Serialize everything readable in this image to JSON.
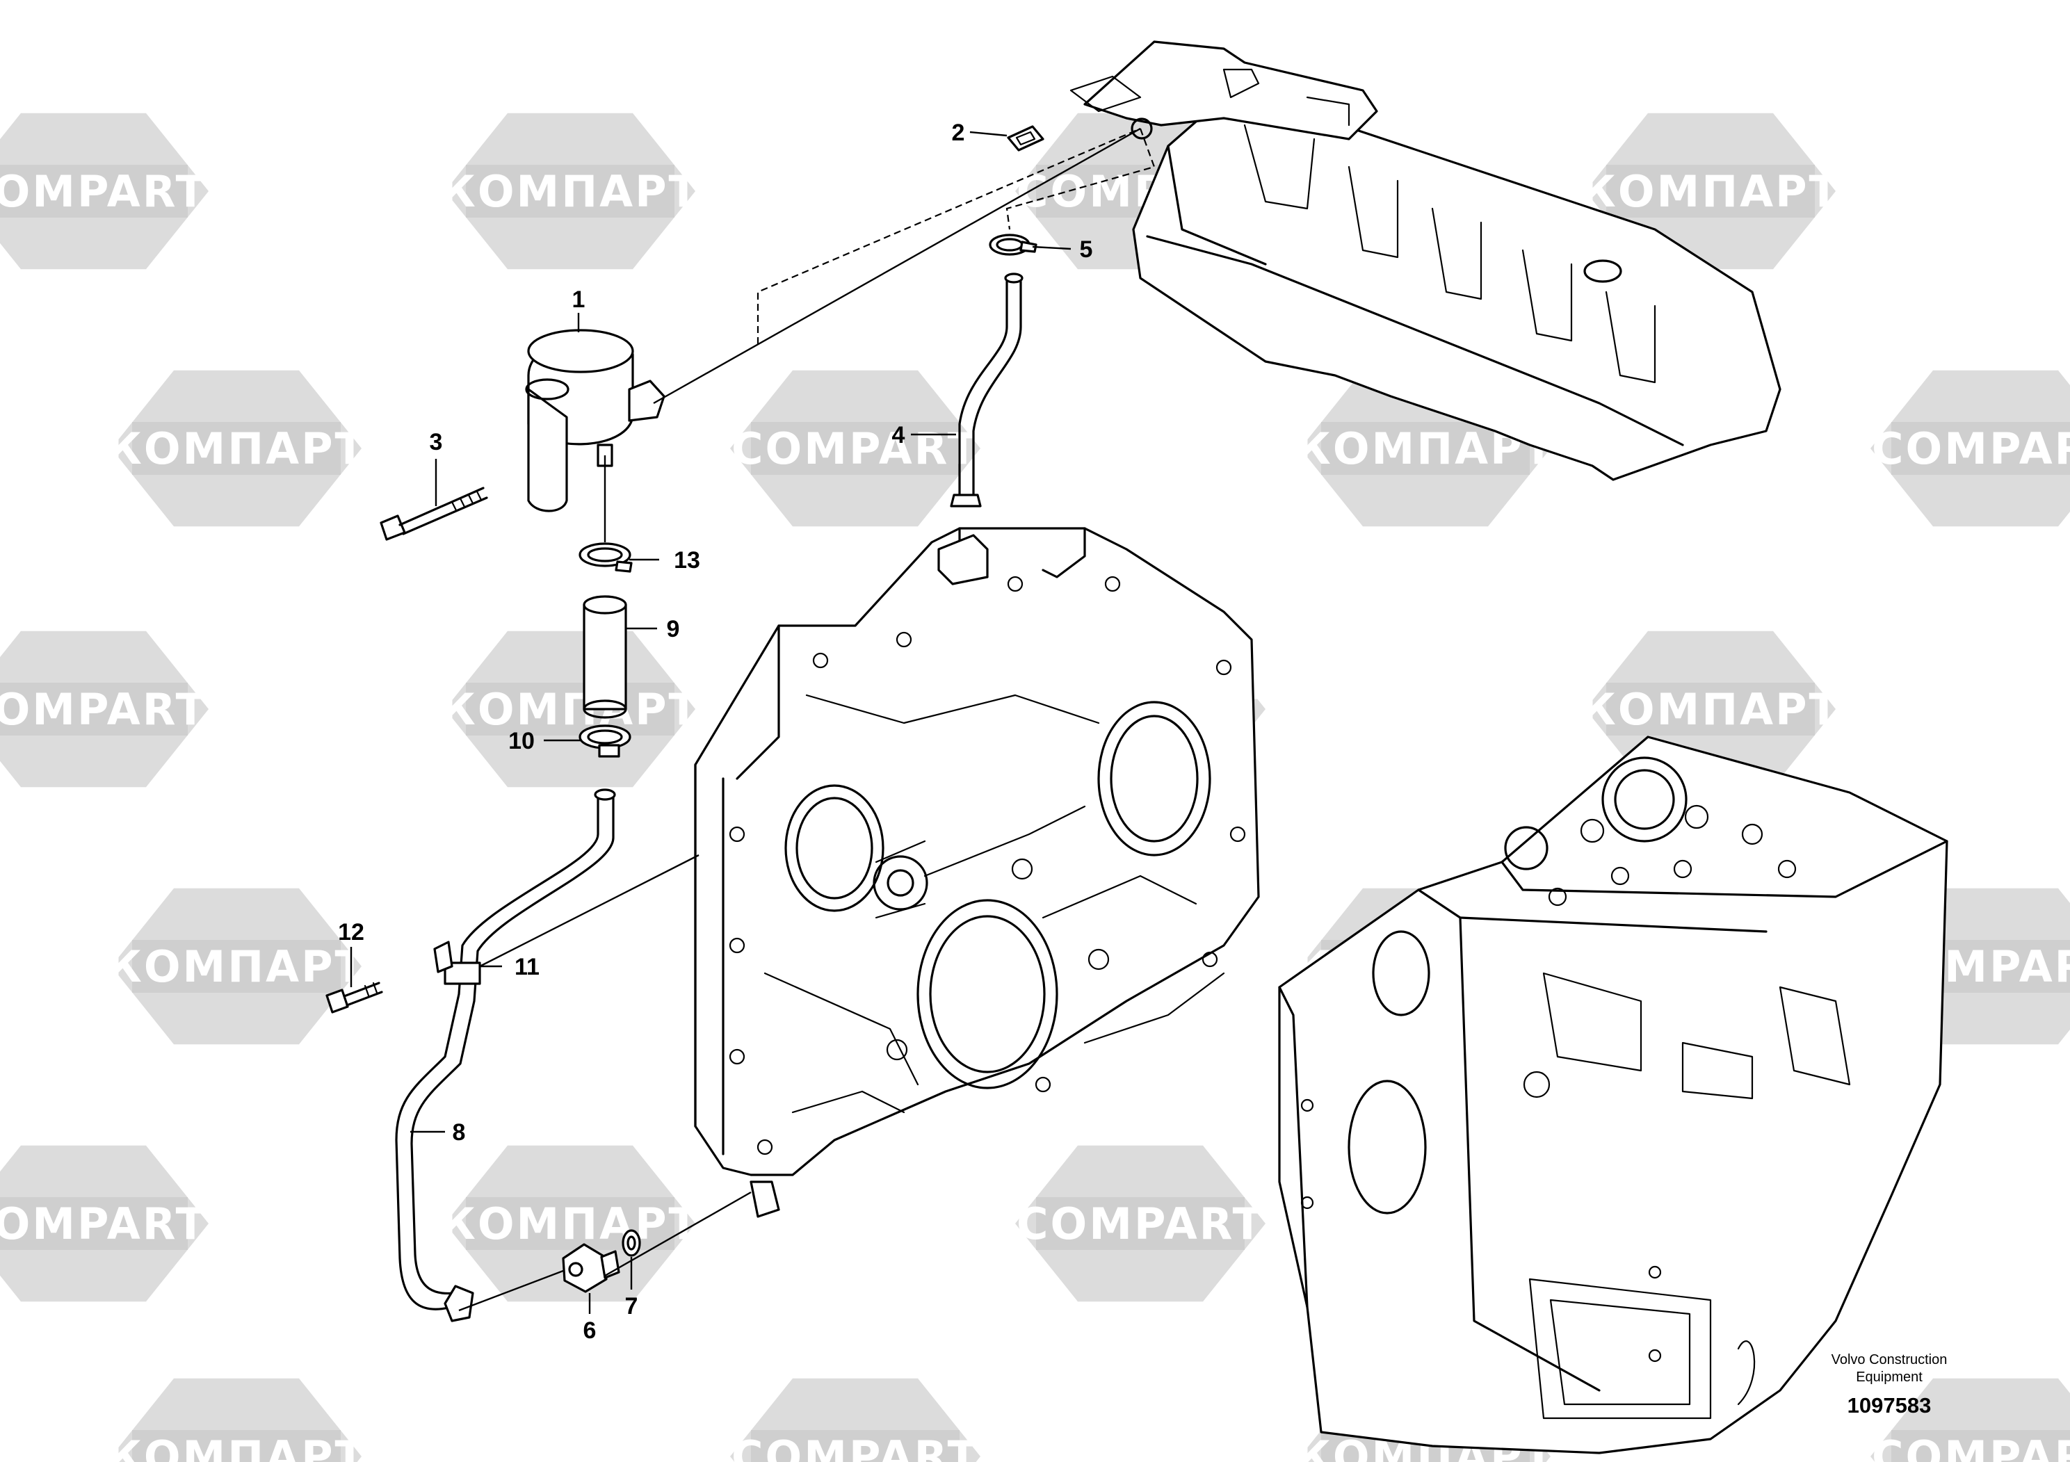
{
  "watermark": {
    "label_latin": "COMPART",
    "label_cyrillic": "КОМПАРТ"
  },
  "callouts": [
    "1",
    "2",
    "3",
    "4",
    "5",
    "6",
    "7",
    "8",
    "9",
    "10",
    "11",
    "12",
    "13"
  ],
  "footer": {
    "maker_line1": "Volvo Construction",
    "maker_line2": "Equipment",
    "doc_number": "1097583"
  }
}
